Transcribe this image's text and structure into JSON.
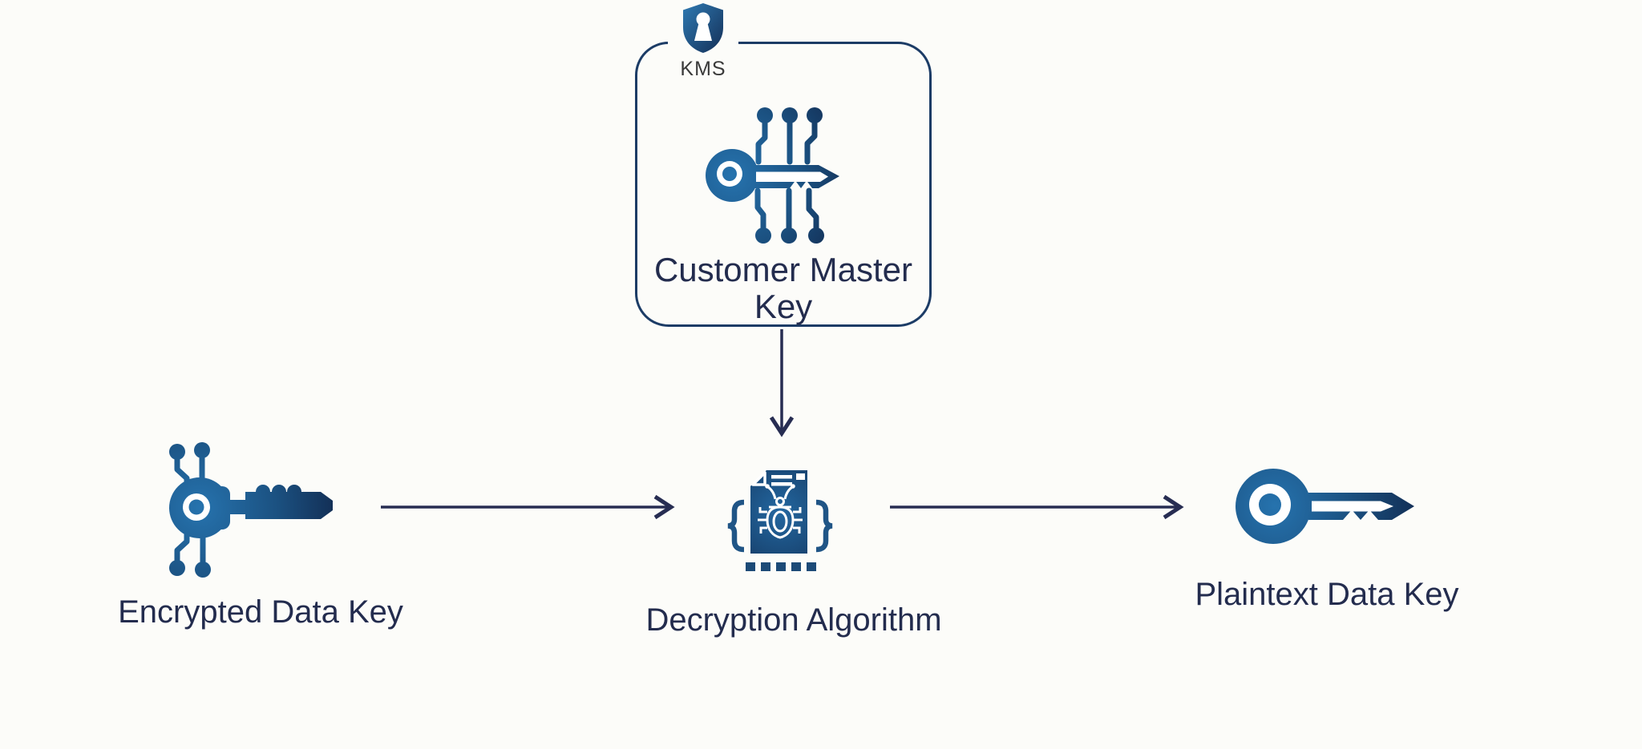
{
  "diagram": {
    "title_semantic": "KMS decrypt data key flow",
    "kms_box": {
      "badge_label": "KMS",
      "title_lines": [
        "Customer Master",
        "Key"
      ],
      "title_full": "Customer Master Key",
      "icon": "circuit-key-icon"
    },
    "nodes": [
      {
        "id": "encrypted-data-key",
        "label": "Encrypted Data Key",
        "icon": "encrypted-circuit-key-icon"
      },
      {
        "id": "decryption-algorithm",
        "label": "Decryption Algorithm",
        "icon": "decryption-algorithm-icon"
      },
      {
        "id": "plaintext-data-key",
        "label": "Plaintext Data Key",
        "icon": "plaintext-key-icon"
      }
    ],
    "arrows": [
      {
        "from": "customer-master-key",
        "to": "decryption-algorithm",
        "direction": "down"
      },
      {
        "from": "encrypted-data-key",
        "to": "decryption-algorithm",
        "direction": "right"
      },
      {
        "from": "decryption-algorithm",
        "to": "plaintext-data-key",
        "direction": "right"
      }
    ],
    "colors": {
      "background": "#fcfcf9",
      "box_border": "#1c3c66",
      "arrow": "#272d52",
      "label_text": "#232c4e",
      "kms_badge_text": "#3a3a3a",
      "icon_gradient_light": "#2673ae",
      "icon_gradient_dark": "#122c52",
      "brace_blue": "#205586"
    }
  }
}
